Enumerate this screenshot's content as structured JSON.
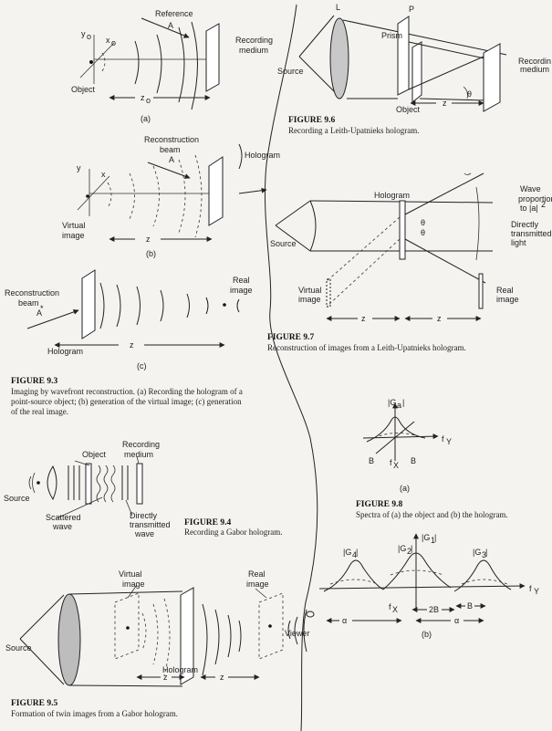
{
  "fig93": {
    "a": {
      "reference": "Reference",
      "ref_a": "A",
      "recording1": "Recording",
      "recording2": "medium",
      "y0": "y",
      "x0": "x",
      "sub0": "o",
      "object": "Object",
      "z0": "z",
      "panel": "(a)"
    },
    "b": {
      "recon1": "Reconstruction",
      "recon2": "beam",
      "recon_a": "A",
      "hologram": "Hologram",
      "y0": "y",
      "x0": "x",
      "virtual1": "Virtual",
      "virtual2": "image",
      "z0": "z",
      "panel": "(b)"
    },
    "c": {
      "recon1": "Reconstruction",
      "recon2": "beam",
      "recon_a": "A",
      "star": "*",
      "real1": "Real",
      "real2": "image",
      "hologram": "Hologram",
      "z0": "z",
      "panel": "(c)"
    },
    "caption_title": "FIGURE 9.3",
    "caption_lines": [
      "Imaging by wavefront reconstruction. (a) Recording the hologram of a",
      "point-source object; (b) generation of the virtual image; (c) generation",
      "of the real image."
    ]
  },
  "fig94": {
    "object": "Object",
    "recording1": "Recording",
    "recording2": "medium",
    "source": "Source",
    "scattered1": "Scattered",
    "scattered2": "wave",
    "direct1": "Directly",
    "direct2": "transmitted",
    "direct3": "wave",
    "caption_title": "FIGURE 9.4",
    "caption_lines": [
      "Recording a Gabor hologram."
    ]
  },
  "fig95": {
    "virtual1": "Virtual",
    "virtual2": "image",
    "real1": "Real",
    "real2": "image",
    "source": "Source",
    "hologram": "Hologram",
    "viewer": "Viewer",
    "z0": "z",
    "caption_title": "FIGURE 9.5",
    "caption_lines": [
      "Formation of twin images from a Gabor hologram."
    ]
  },
  "fig96": {
    "l": "L",
    "p": "P",
    "prism": "Prism",
    "source": "Source",
    "recording1": "Recordin",
    "recording2": "medium",
    "object": "Object",
    "theta": "θ",
    "z0": "z",
    "caption_title": "FIGURE 9.6",
    "caption_lines": [
      "Recording a Leith-Upatnieks hologram."
    ]
  },
  "fig97": {
    "hologram": "Hologram",
    "wave1": "Wave",
    "wave2": "proportiona",
    "wave3": "to |a|",
    "wave3_sup": "2",
    "direct1": "Directly",
    "direct2": "transmitted",
    "direct3": "light",
    "source": "Source",
    "theta": "θ",
    "virtual1": "Virtual",
    "virtual2": "image",
    "real1": "Real",
    "real2": "image",
    "z0": "z",
    "caption_title": "FIGURE 9.7",
    "caption_lines": [
      "Reconstruction of images from a Leith-Upatnieks hologram."
    ]
  },
  "fig98": {
    "ga": "|G",
    "ga_sub": "a",
    "ga_end": "|",
    "fy": "f",
    "fy_sub": "Y",
    "b_left": "B",
    "fx": "f",
    "fx_sub": "X",
    "b_right": "B",
    "panel_a": "(a)",
    "g1": "|G",
    "g1_sub": "1",
    "g2": "|G",
    "g2_sub": "2",
    "g3": "|G",
    "g3_sub": "3",
    "g4": "|G",
    "g4_sub": "4",
    "bar": "|",
    "twoB": "2B",
    "b": "B",
    "alpha": "α",
    "panel_b": "(b)",
    "caption_title": "FIGURE 9.8",
    "caption_lines": [
      "Spectra of (a) the object and (b) the hologram."
    ]
  }
}
